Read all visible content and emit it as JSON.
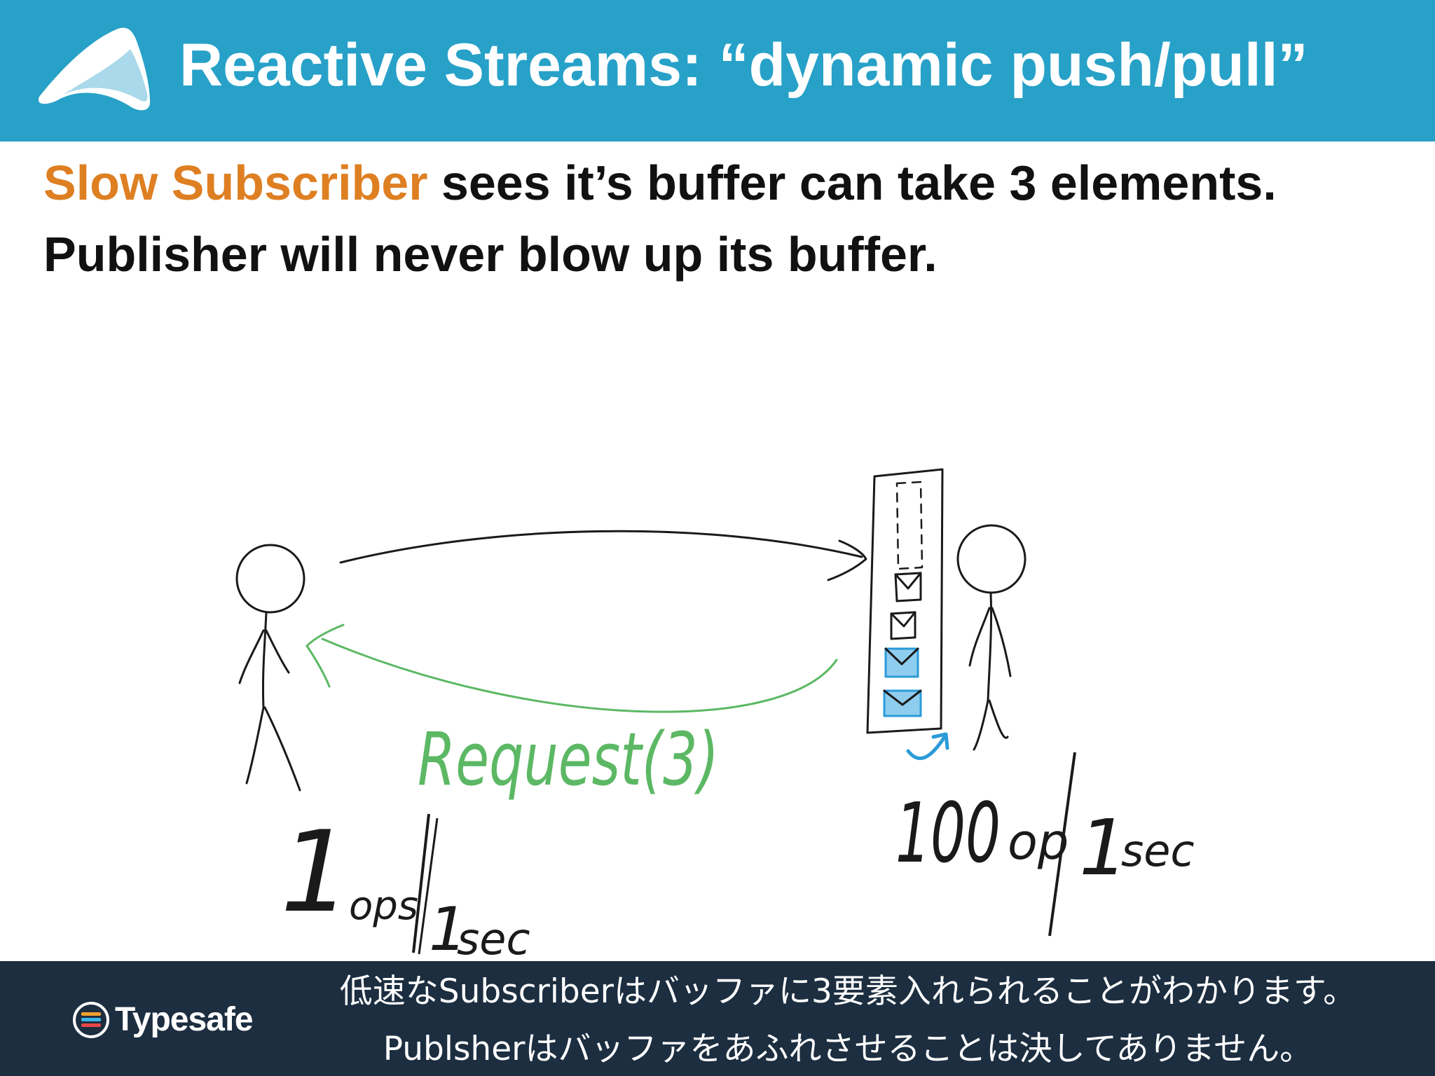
{
  "slide": {
    "title": "Reactive Streams: “dynamic push/pull”",
    "subtitle": {
      "highlight": "Slow Subscriber",
      "line1_rest": " sees it’s buffer can take 3 elements.",
      "line2": "Publisher will never blow up its buffer."
    }
  },
  "sketch": {
    "request_label": "Request(3)",
    "publisher_rate": {
      "count": "100",
      "unit": "op",
      "per": "1",
      "time": "sec"
    },
    "subscriber_rate": {
      "count": "1",
      "unit": "ops",
      "per": "1",
      "time": "sec"
    },
    "buffer_capacity": 3
  },
  "footer": {
    "brand": "Typesafe",
    "caption_line1": "低速なSubscriberはバッファに3要素入れられることがわかります。",
    "caption_line2": "Publsherはバッファをあふれさせることは決してありません。"
  },
  "colors": {
    "header_bg": "#27a1c8",
    "accent": "#de7f22",
    "request_green": "#5cb864",
    "buffer_blue": "#2b9bd8",
    "footer_bg": "#1c2e40"
  }
}
